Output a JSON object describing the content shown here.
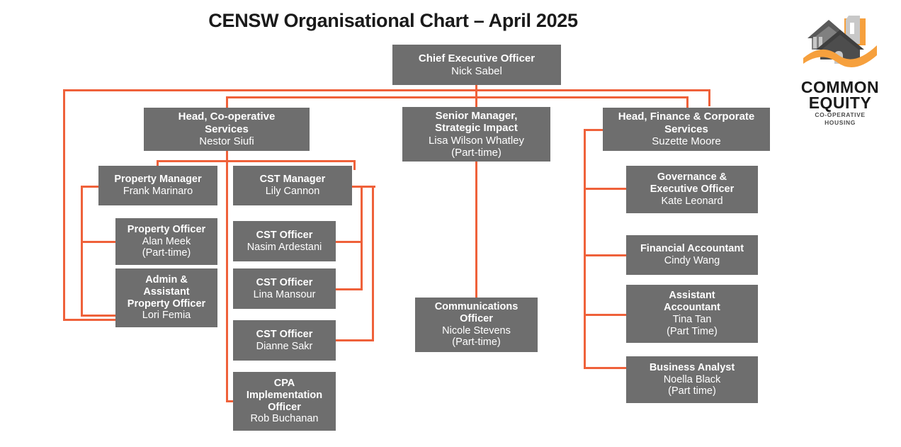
{
  "header": {
    "title": "CENSW Organisational Chart – April 2025"
  },
  "logo": {
    "name": "common-equity-logo",
    "line1": "COMMON",
    "line2": "EQUITY",
    "line3": "CO-OPERATIVE",
    "line4": "HOUSING",
    "colors": {
      "orange": "#F6A03D",
      "dark_grey": "#4D4D4D",
      "mid_grey": "#808080",
      "light_grey": "#C8C8C8"
    }
  },
  "theme": {
    "box_fill": "#6e6e6e",
    "box_text": "#ffffff",
    "connector": "#ef613a",
    "background": "#ffffff",
    "title_color": "#1a1a1a"
  },
  "chart_data": {
    "type": "org-chart",
    "title": "CENSW Organisational Chart – April 2025",
    "nodes": [
      {
        "id": "ceo",
        "role": "Chief Executive Officer",
        "person": "Nick Sabel",
        "note": "",
        "parent": null
      },
      {
        "id": "head-coop",
        "role": "Head, Co-operative Services",
        "person": "Nestor Siufi",
        "note": "",
        "parent": "ceo"
      },
      {
        "id": "sm-impact",
        "role": "Senior Manager, Strategic Impact",
        "person": "Lisa Wilson Whatley",
        "note": "(Part-time)",
        "parent": "ceo"
      },
      {
        "id": "head-fin",
        "role": "Head, Finance & Corporate Services",
        "person": "Suzette Moore",
        "note": "",
        "parent": "ceo"
      },
      {
        "id": "prop-mgr",
        "role": "Property Manager",
        "person": "Frank Marinaro",
        "note": "",
        "parent": "head-coop"
      },
      {
        "id": "prop-off",
        "role": "Property Officer",
        "person": "Alan Meek",
        "note": "(Part-time)",
        "parent": "prop-mgr"
      },
      {
        "id": "admin-off",
        "role": "Admin & Assistant Property Officer",
        "person": "Lori Femia",
        "note": "",
        "parent": "prop-mgr"
      },
      {
        "id": "cst-mgr",
        "role": "CST Manager",
        "person": "Lily Cannon",
        "note": "",
        "parent": "head-coop"
      },
      {
        "id": "cst-1",
        "role": "CST Officer",
        "person": "Nasim Ardestani",
        "note": "",
        "parent": "cst-mgr"
      },
      {
        "id": "cst-2",
        "role": "CST Officer",
        "person": "Lina Mansour",
        "note": "",
        "parent": "cst-mgr"
      },
      {
        "id": "cst-3",
        "role": "CST Officer",
        "person": "Dianne Sakr",
        "note": "",
        "parent": "cst-mgr"
      },
      {
        "id": "cpa-off",
        "role": "CPA Implementation Officer",
        "person": "Rob Buchanan",
        "note": "",
        "parent": "head-coop"
      },
      {
        "id": "comms-off",
        "role": "Communications Officer",
        "person": "Nicole Stevens",
        "note": "(Part-time)",
        "parent": "sm-impact"
      },
      {
        "id": "gov-exec",
        "role": "Governance & Executive Officer",
        "person": "Kate Leonard",
        "note": "",
        "parent": "head-fin"
      },
      {
        "id": "fin-acct",
        "role": "Financial Accountant",
        "person": "Cindy Wang",
        "note": "",
        "parent": "head-fin"
      },
      {
        "id": "asst-acct",
        "role": "Assistant Accountant",
        "person": "Tina Tan",
        "note": "(Part Time)",
        "parent": "head-fin"
      },
      {
        "id": "bus-analyst",
        "role": "Business Analyst",
        "person": "Noella Black",
        "note": "(Part time)",
        "parent": "head-fin"
      }
    ]
  },
  "nodes": {
    "ceo": {
      "role": "Chief Executive Officer",
      "person": "Nick Sabel",
      "note": ""
    },
    "head_coop": {
      "role_l1": "Head, Co-operative",
      "role_l2": "Services",
      "person": "Nestor Siufi",
      "note": ""
    },
    "sm_impact": {
      "role_l1": "Senior Manager,",
      "role_l2": "Strategic Impact",
      "person": "Lisa Wilson Whatley",
      "note": "(Part-time)"
    },
    "head_fin": {
      "role_l1": "Head, Finance & Corporate",
      "role_l2": "Services",
      "person": "Suzette Moore",
      "note": ""
    },
    "prop_mgr": {
      "role": "Property Manager",
      "person": "Frank Marinaro",
      "note": ""
    },
    "prop_off": {
      "role": "Property Officer",
      "person": "Alan Meek",
      "note": "(Part-time)"
    },
    "admin_off": {
      "role_l1": "Admin &",
      "role_l2": "Assistant",
      "role_l3": "Property Officer",
      "person": "Lori Femia",
      "note": ""
    },
    "cst_mgr": {
      "role": "CST Manager",
      "person": "Lily Cannon",
      "note": ""
    },
    "cst_1": {
      "role": "CST Officer",
      "person": "Nasim Ardestani",
      "note": ""
    },
    "cst_2": {
      "role": "CST Officer",
      "person": "Lina Mansour",
      "note": ""
    },
    "cst_3": {
      "role": "CST Officer",
      "person": "Dianne Sakr",
      "note": ""
    },
    "cpa_off": {
      "role_l1": "CPA",
      "role_l2": "Implementation",
      "role_l3": "Officer",
      "person": "Rob Buchanan",
      "note": ""
    },
    "comms_off": {
      "role_l1": "Communications",
      "role_l2": "Officer",
      "person": "Nicole Stevens",
      "note": "(Part-time)"
    },
    "gov_exec": {
      "role_l1": "Governance &",
      "role_l2": "Executive Officer",
      "person": "Kate Leonard",
      "note": ""
    },
    "fin_acct": {
      "role": "Financial Accountant",
      "person": "Cindy Wang",
      "note": ""
    },
    "asst_acct": {
      "role_l1": "Assistant",
      "role_l2": "Accountant",
      "person": "Tina Tan",
      "note": "(Part Time)"
    },
    "bus_analyst": {
      "role": "Business Analyst",
      "person": "Noella Black",
      "note": "(Part time)"
    }
  }
}
